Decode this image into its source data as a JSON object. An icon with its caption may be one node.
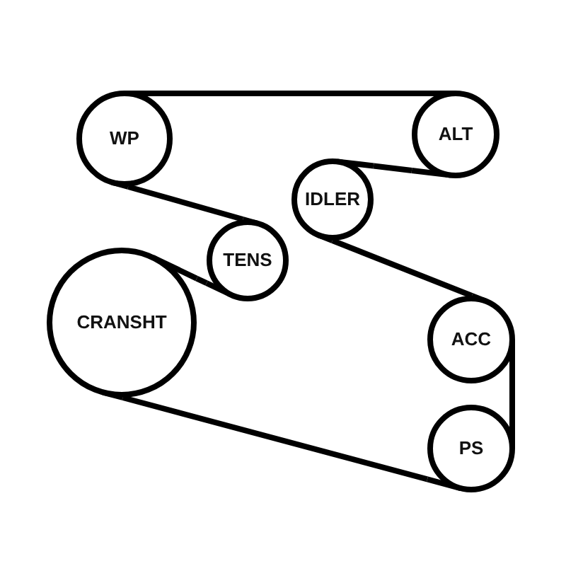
{
  "diagram": {
    "nodes": [
      {
        "text": [
          "WP"
        ]
      },
      {
        "text": [
          "ALT"
        ]
      },
      {
        "text": [
          "IDLER"
        ]
      },
      {
        "text": [
          "TENS"
        ]
      },
      {
        "text": [
          "CRANSHT"
        ]
      },
      {
        "text": [
          "ACC"
        ]
      },
      {
        "text": [
          "PS"
        ]
      }
    ],
    "edges": [
      {
        "from": 0,
        "to": 1,
        "arrow": "none"
      },
      {
        "from": 1,
        "to": 2,
        "arrow": "none"
      },
      {
        "from": 2,
        "to": 5,
        "arrow": "none"
      },
      {
        "from": 5,
        "to": 6,
        "arrow": "none"
      },
      {
        "from": 6,
        "to": 4,
        "arrow": "none"
      },
      {
        "from": 4,
        "to": 3,
        "arrow": "none"
      },
      {
        "from": 3,
        "to": 0,
        "arrow": "none"
      }
    ]
  }
}
